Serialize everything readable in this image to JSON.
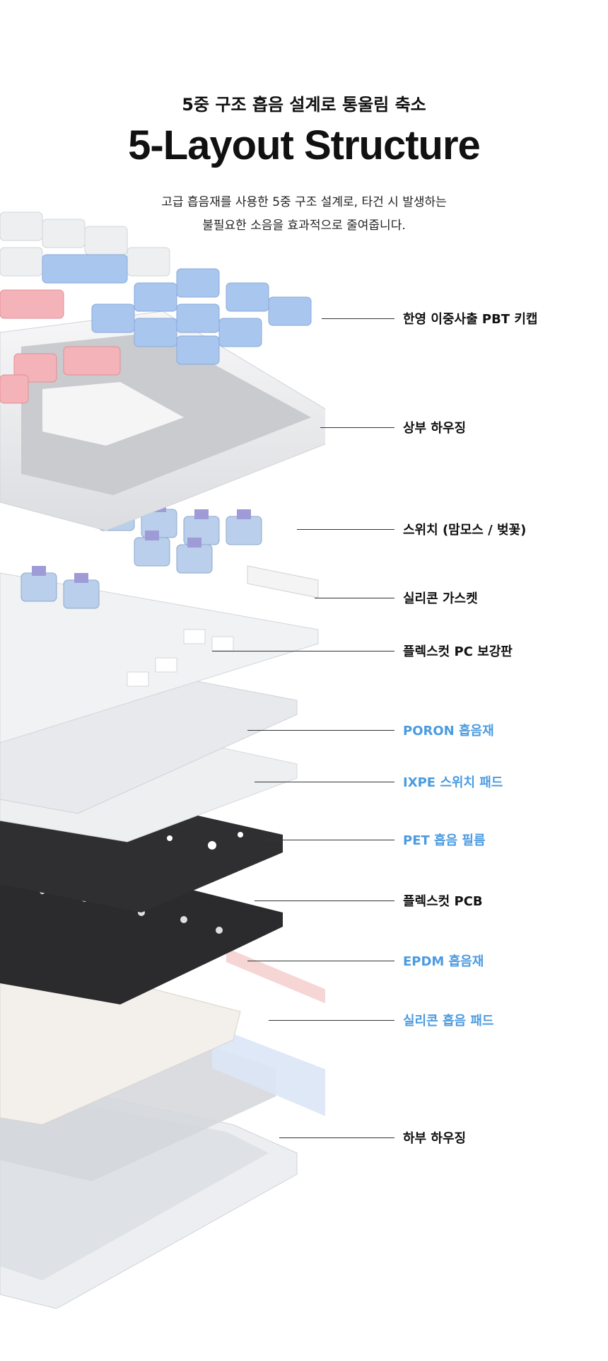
{
  "header": {
    "subtitle": "5중 구조 흡음 설계로 통울림 축소",
    "title": "5-Layout Structure",
    "description_line1": "고급 흡음재를 사용한 5중 구조 설계로, 타건 시 발생하는",
    "description_line2": "불필요한 소음을 효과적으로 줄여줍니다."
  },
  "colors": {
    "text": "#111111",
    "accent_blue": "#4b9be0",
    "keycap_blue": "#a9c6ef",
    "keycap_pink": "#f4b3b8",
    "pcb_black": "#2b2b2d"
  },
  "layers": [
    {
      "label": "한영 이중사출 PBT 키캡",
      "highlight": false
    },
    {
      "label": "상부 하우징",
      "highlight": false
    },
    {
      "label": "스위치 (맘모스 / 벚꽃)",
      "highlight": false
    },
    {
      "label": "실리콘 가스켓",
      "highlight": false
    },
    {
      "label": "플렉스컷 PC 보강판",
      "highlight": false
    },
    {
      "label": "PORON 흡음재",
      "highlight": true
    },
    {
      "label": "IXPE 스위치 패드",
      "highlight": true
    },
    {
      "label": "PET 흡음 필름",
      "highlight": true
    },
    {
      "label": "플렉스컷 PCB",
      "highlight": false
    },
    {
      "label": "EPDM  흡음재",
      "highlight": true
    },
    {
      "label": "실리콘 흡음 패드",
      "highlight": true
    },
    {
      "label": "하부 하우징",
      "highlight": false
    }
  ]
}
